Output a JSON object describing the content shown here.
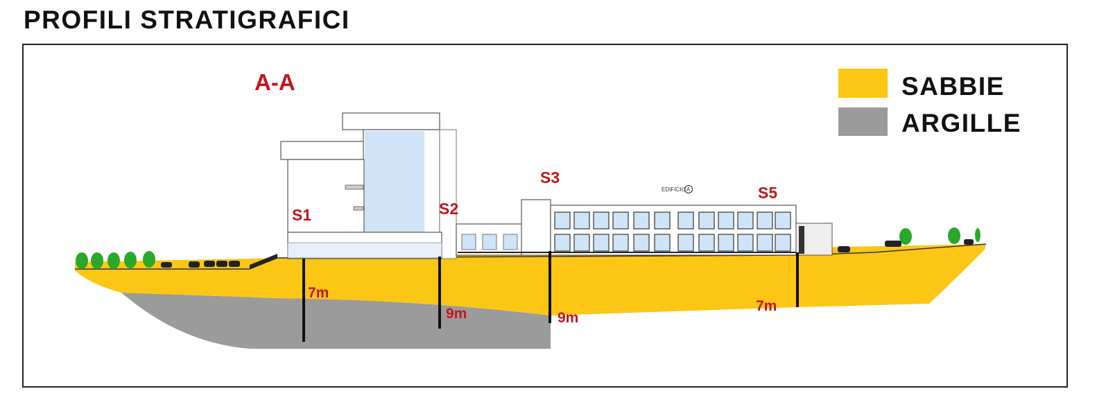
{
  "page": {
    "title": "PROFILI STRATIGRAFICI"
  },
  "section": {
    "label": "A-A"
  },
  "legend": [
    {
      "label": "SABBIE",
      "color": "#fcc714"
    },
    {
      "label": "ARGILLE",
      "color": "#9b9b9b"
    }
  ],
  "building_tag": "EDIFICIO",
  "building_tag_letter": "A",
  "boreholes": [
    {
      "id": "S1",
      "depth": "7m"
    },
    {
      "id": "S2",
      "depth": "9m"
    },
    {
      "id": "S3",
      "depth": "9m"
    },
    {
      "id": "S5",
      "depth": "7m"
    }
  ],
  "colors": {
    "label_red": "#c0161c",
    "sand": "#fcc714",
    "clay": "#9b9b9b",
    "tree": "#2aa82a"
  },
  "icons": [
    "tree-icon",
    "car-icon"
  ]
}
